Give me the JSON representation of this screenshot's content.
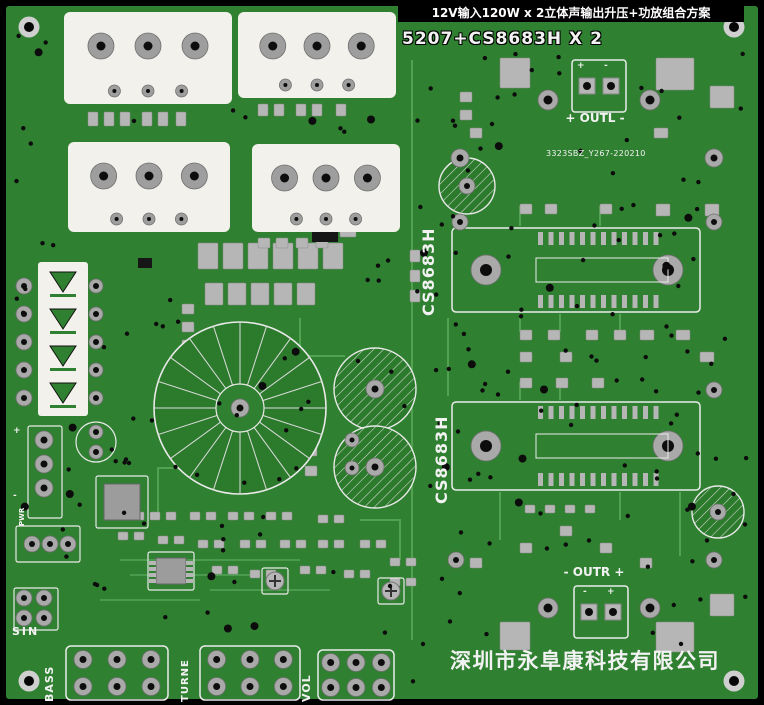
{
  "board": {
    "title": "12V输入120W x 2立体声输出升压+功放组合方案",
    "model": "5207+CS8683H X 2",
    "serial": "3323SBZ_Y267-220210",
    "company": "深圳市永阜康科技有限公司",
    "ic_label": "CS8683H",
    "labels": {
      "outl": "+ OUTL -",
      "outr": "- OUTR +",
      "sin": "SIN",
      "bass": "BASS",
      "turne": "TURNE",
      "vol": "VOL",
      "pwr": "PWR",
      "plus": "+",
      "minus": "-"
    },
    "colors": {
      "board_green": "#2f8030",
      "copper_trace_green": "#58a858",
      "silkscreen_white": "#f2f2f2",
      "pad_gray": "#b6b6b6",
      "connector_white": "#f3f1ec",
      "hole_black": "#0d0d0d"
    }
  }
}
